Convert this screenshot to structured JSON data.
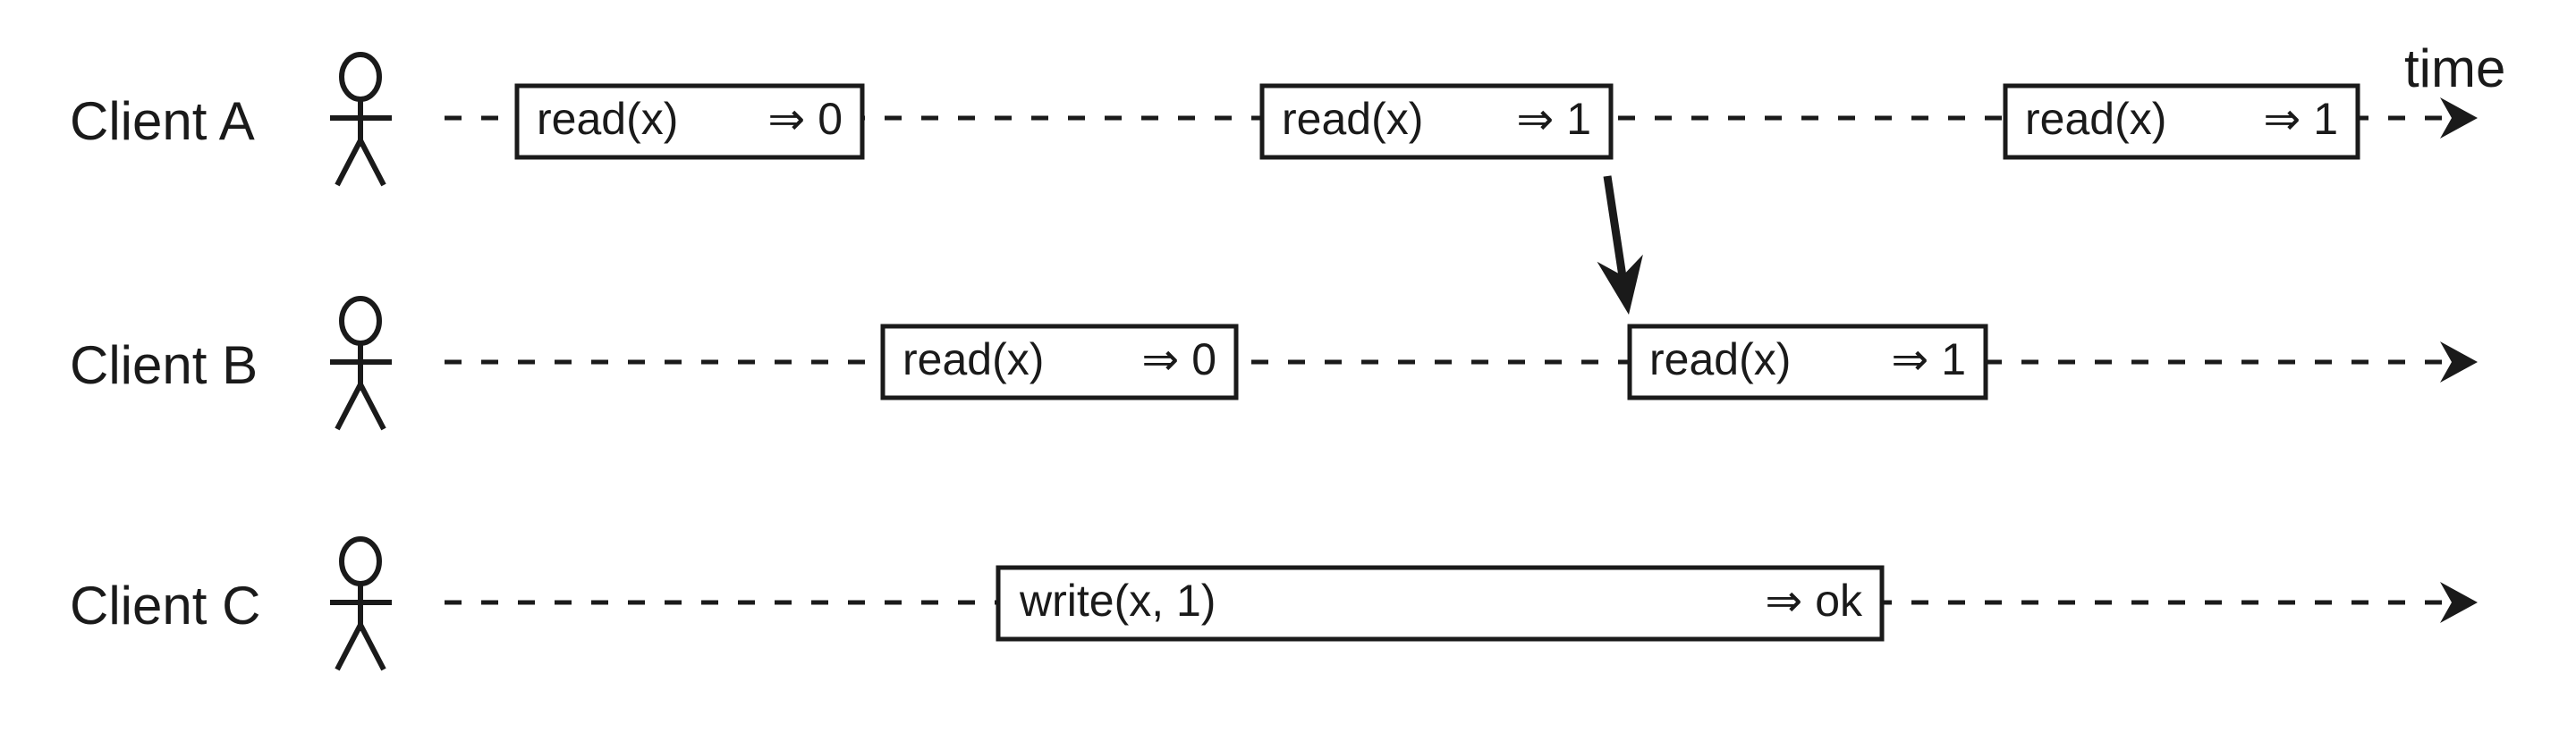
{
  "figure": {
    "kind": "timeline-diagram",
    "time_label": "time"
  },
  "colors": {
    "ink": "#1a1a1a",
    "background": "#ffffff",
    "box_fill": "#ffffff"
  },
  "icons": {
    "person": "stick-figure",
    "timeline_arrowhead": "➤",
    "result_arrow": "⇒"
  },
  "rows": [
    {
      "label": "Client A",
      "ops": [
        {
          "op": "read(x)",
          "result": "⇒ 0"
        },
        {
          "op": "read(x)",
          "result": "⇒ 1"
        },
        {
          "op": "read(x)",
          "result": "⇒ 1"
        }
      ]
    },
    {
      "label": "Client B",
      "ops": [
        {
          "op": "read(x)",
          "result": "⇒ 0"
        },
        {
          "op": "read(x)",
          "result": "⇒ 1"
        }
      ]
    },
    {
      "label": "Client C",
      "ops": [
        {
          "op": "write(x, 1)",
          "result": "⇒ ok"
        }
      ]
    }
  ]
}
